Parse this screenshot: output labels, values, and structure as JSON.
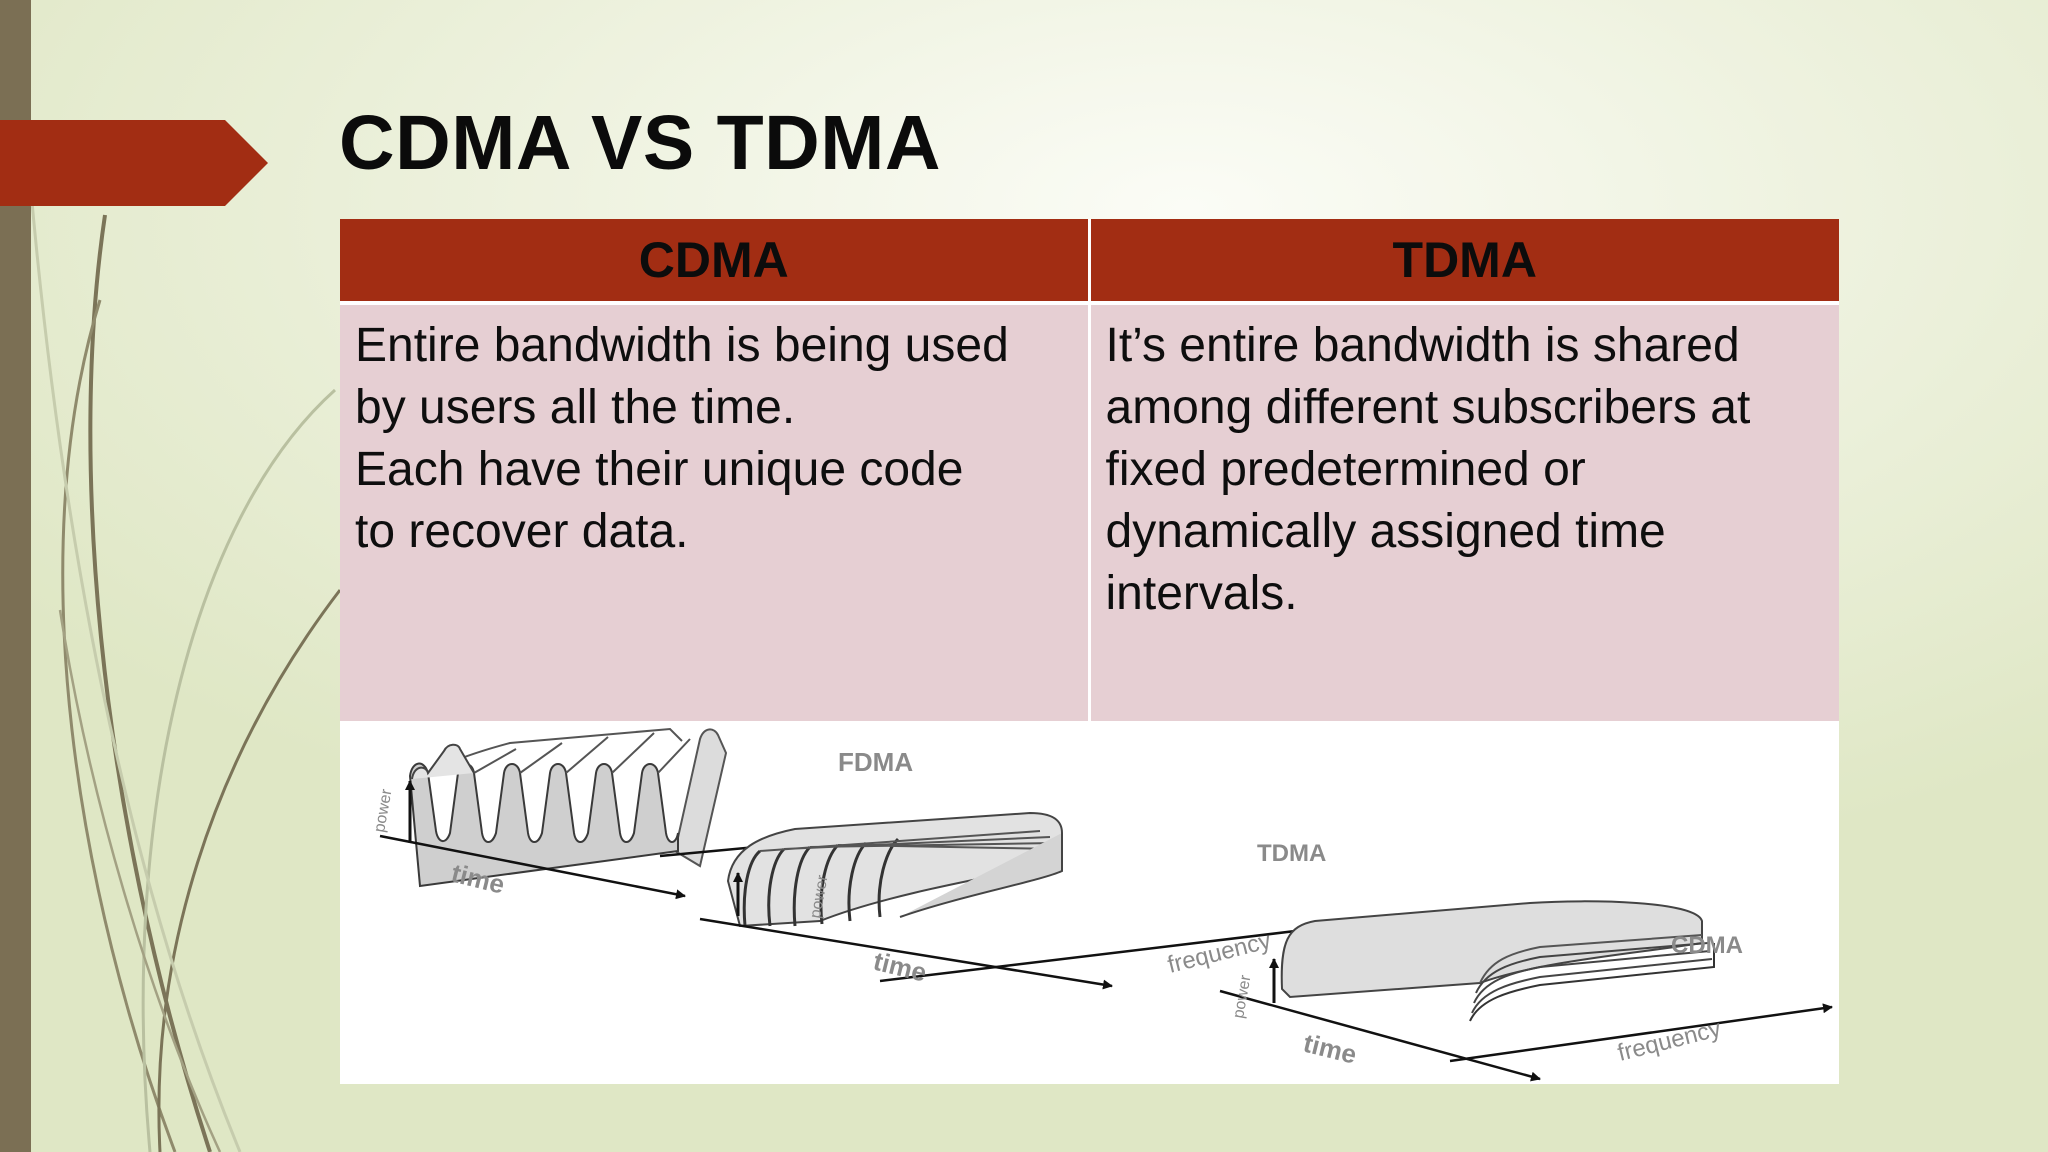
{
  "slide": {
    "title": "CDMA VS TDMA"
  },
  "table": {
    "headers": [
      "CDMA",
      "TDMA"
    ],
    "rows": [
      [
        "Entire bandwidth is  being used\nby users all  the time.\nEach have their unique  code\nto recover data.",
        "It’s entire bandwidth is shared\namong different subscribers at\nfixed predetermined or\ndynamically assigned time\nintervals."
      ]
    ]
  },
  "figure": {
    "fdma": {
      "label": "FDMA",
      "axis_power": "power",
      "axis_time": "time",
      "axis_frequency": "frequency"
    },
    "tdma": {
      "label": "TDMA",
      "axis_power": "power",
      "axis_time": "time",
      "axis_frequency": "frequency"
    },
    "cdma": {
      "label": "CDMA",
      "axis_power": "power",
      "axis_time": "time",
      "axis_frequency": "frequency"
    }
  },
  "colors": {
    "accent": "#a22d13",
    "row_fill": "#e6cfd3",
    "side_bar": "#7b6f54",
    "background": "#e8eed6"
  }
}
